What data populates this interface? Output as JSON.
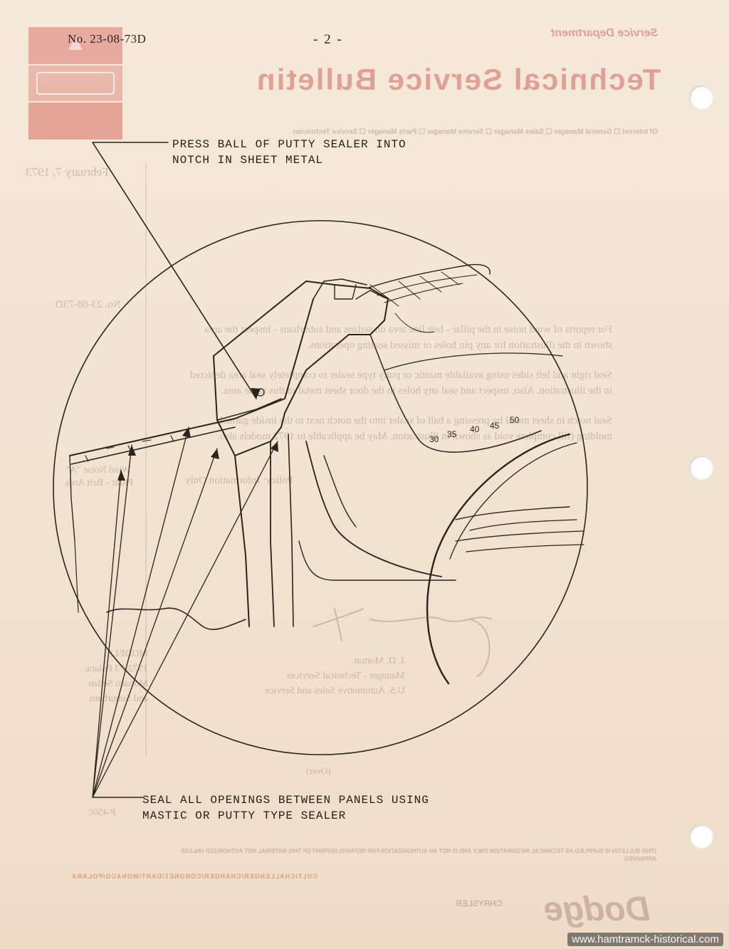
{
  "header": {
    "bulletin_number": "No. 23-08-73D",
    "page_number": "- 2 -"
  },
  "callouts": {
    "top": "PRESS BALL OF PUTTY SEALER INTO\nNOTCH IN SHEET METAL",
    "bottom": "SEAL ALL OPENINGS BETWEEN PANELS USING\nMASTIC OR PUTTY TYPE SEALER"
  },
  "illustration": {
    "dial_numbers": [
      "30",
      "35",
      "40",
      "45",
      "50"
    ]
  },
  "bleed_through": {
    "department": "Service Department",
    "title": "Technical Service Bulletin",
    "interest_line": "Of Interest ☐ General Manager ☐ Sales Manager ☐ Service Manager ☐ Parts Manager ☐ Service Technician",
    "logo_text": "Dodge",
    "date": "February 7, 1973",
    "number": "No. 23-08-73D",
    "body": [
      "For reports of wind noise in the pillar - belt line area on sedans and suburbans - inspect the area shown in the illustration for any pin holes or missed sealing operations.",
      "Seal right and left sides using available mastic or putty type sealer to completely seal area depicted in the illustration. Also, inspect and seal any holes in the door sheet metal in this same area.",
      "Seal notch in sheet metal by pressing a ball of sealer into the notch next to the inside garnish molding (fill complete void as shown in illustration. May be applicable to 1972 models also."
    ],
    "side_note": "Wind Noise \"A\" Pillar - Belt Area",
    "policy": "Policy: Information Only",
    "models": "MODELS: 1972-73 Polara, Monaco Sedan and Suburbans",
    "signature": [
      "J. D. Morton",
      "Manager - Technical Services",
      "U.S. Automotive Sales and Service"
    ],
    "over": "(Over)",
    "form": "P-456C",
    "disclaimer": "(THIS BULLETIN IS SUPPLIED AS TECHNICAL INFORMATION ONLY AND IS NOT AN AUTHORIZATION FOR REPAIRS) REPRINT OF THIS MATERIAL NOT AUTHORIZED UNLESS APPROVED.",
    "model_line": "COLT/CHALLENGER/CHARGER/CORONET/DART/MONACO/POLARA",
    "chrysler": "CHRYSLER",
    "brand": "Dodge"
  },
  "watermark": "www.hamtramck-historical.com",
  "colors": {
    "paper": "#f3e6d6",
    "ink": "#2b2520",
    "bleed_red": "#d0645f"
  }
}
